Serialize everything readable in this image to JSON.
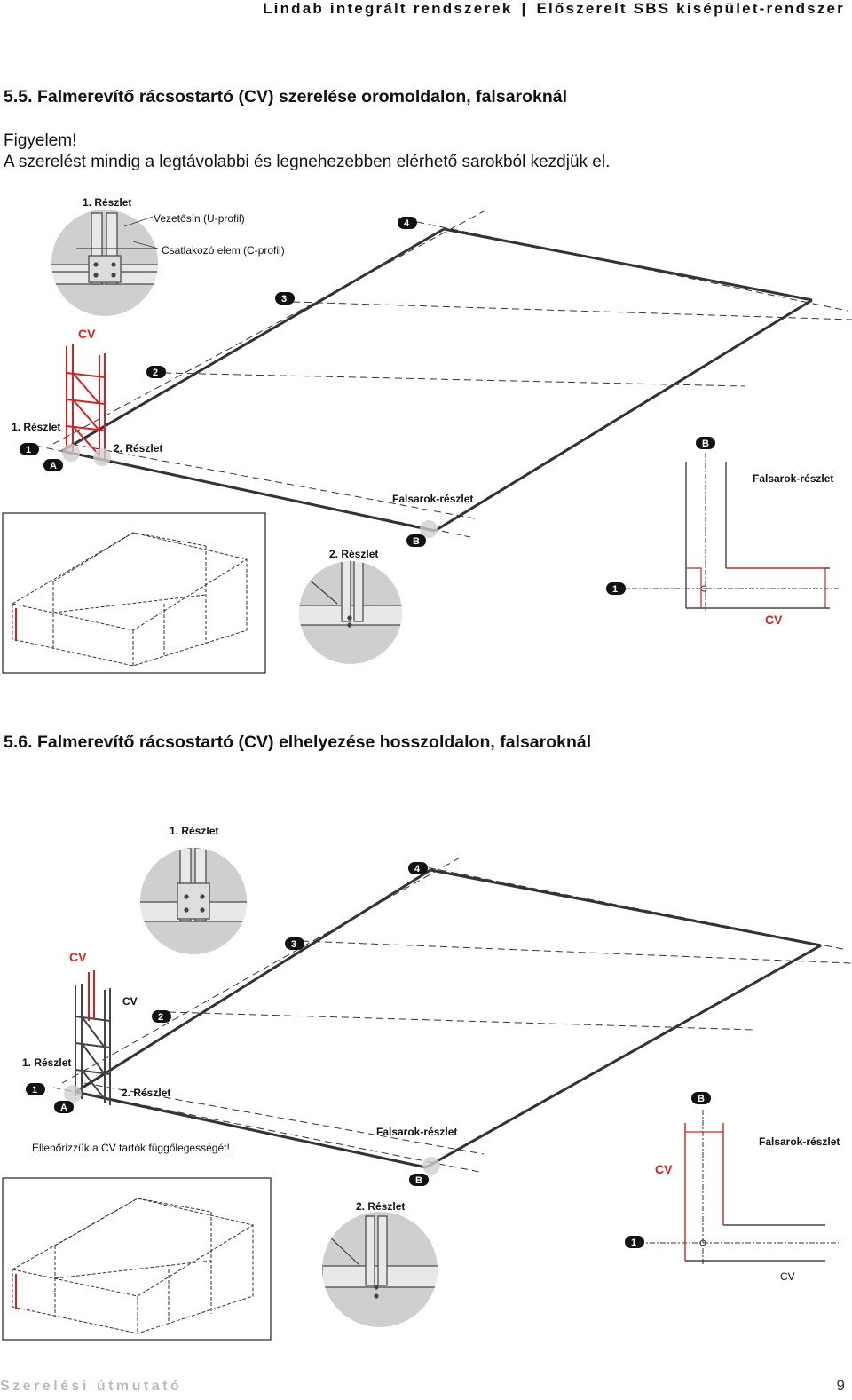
{
  "header": {
    "left": "Lindab integrált rendszerek",
    "separator": "|",
    "right": "Előszerelt SBS kisépület-rendszer"
  },
  "section1": {
    "title": "5.5. Falmerevítő rácsostartó (CV) szerelése oromoldalon, falsaroknál",
    "warning_title": "Figyelem!",
    "warning_text": "A szerelést mindig a legtávolabbi és legnehezebben elérhető sarokból kezdjük el.",
    "labels": {
      "detail1": "1. Részlet",
      "guide_rail": "Vezetősín (U-profil)",
      "connector": "Csatlakozó elem (C-profil)",
      "cv": "CV",
      "detail1_b": "1. Részlet",
      "detail2": "2. Részlet",
      "corner_detail": "Falsarok-részlet",
      "detail2_b": "2. Részlet",
      "corner_detail_b": "Falsarok-részlet",
      "cv_plan": "CV"
    },
    "badges": {
      "b4": "4",
      "b3": "3",
      "b2": "2",
      "b1": "1",
      "bA": "A",
      "bB": "B",
      "bB2": "B",
      "b1p": "1"
    }
  },
  "section2": {
    "title": "5.6. Falmerevítő rácsostartó (CV) elhelyezése hosszoldalon, falsaroknál",
    "labels": {
      "detail1": "1. Részlet",
      "cv_red": "CV",
      "cv": "CV",
      "detail1_b": "1. Részlet",
      "detail2": "2. Részlet",
      "check_text": "Ellenőrizzük a CV tartók függőlegességét!",
      "corner_detail": "Falsarok-részlet",
      "detail2_b": "2. Részlet",
      "corner_detail_b": "Falsarok-részlet",
      "cv_plan_red": "CV",
      "cv_plan": "CV"
    },
    "badges": {
      "b4": "4",
      "b3": "3",
      "b2": "2",
      "b1": "1",
      "bA": "A",
      "bB": "B",
      "bB2": "B",
      "b1p": "1"
    }
  },
  "footer": {
    "left": "Szerelési útmutató",
    "page": "9"
  },
  "colors": {
    "accent_red": "#d22222",
    "badge_bg": "#111111",
    "detail_circle": "#cfcfcf"
  }
}
